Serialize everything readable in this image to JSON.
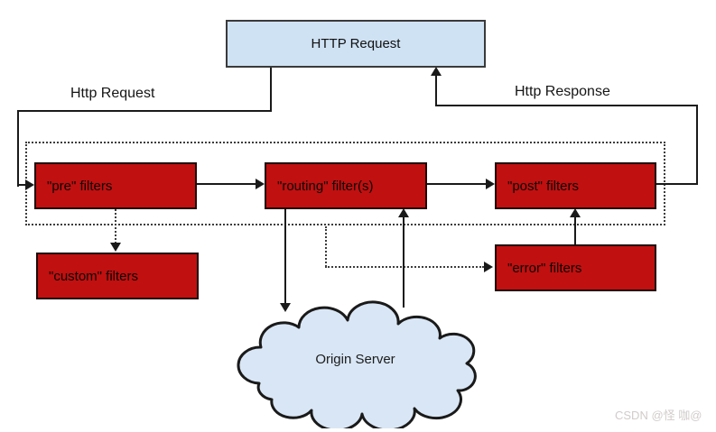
{
  "colors": {
    "filter_box_fill": "#c01010",
    "filter_box_border": "#200505",
    "request_box_fill": "#cfe2f4",
    "request_box_border": "#3a3a3a",
    "cloud_fill": "#d9e6f5",
    "line": "#1a1a1a",
    "watermark": "#d2cbcb"
  },
  "nodes": {
    "http_request": "HTTP Request",
    "pre_filters": "\"pre\" filters",
    "routing_filters": "\"routing\" filter(s)",
    "post_filters": "\"post\" filters",
    "custom_filters": "\"custom\" filters",
    "error_filters": "\"error\" filters",
    "origin_server": "Origin Server"
  },
  "edge_labels": {
    "request": "Http Request",
    "response": "Http Response"
  },
  "watermark": "CSDN @怪 咖@"
}
